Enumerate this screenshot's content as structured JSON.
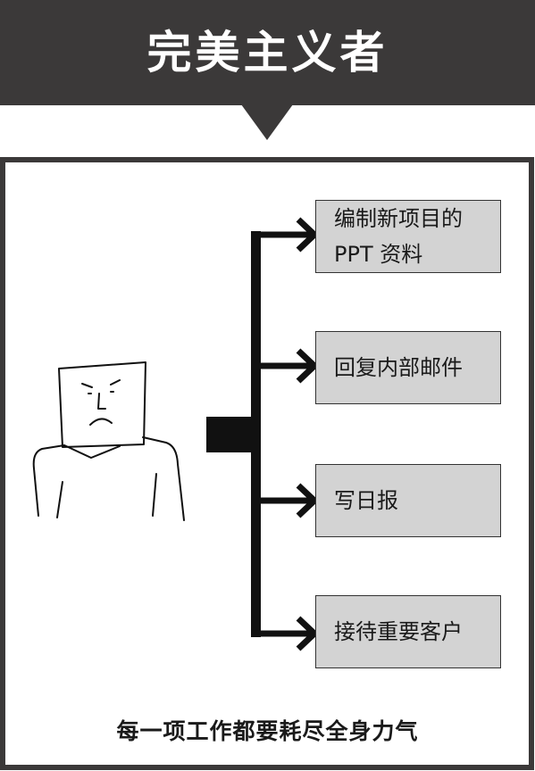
{
  "header": {
    "title": "完美主义者"
  },
  "tasks": [
    {
      "label": "编制新项目的\nPPT 资料"
    },
    {
      "label": "回复内部邮件"
    },
    {
      "label": "写日报"
    },
    {
      "label": "接待重要客户"
    }
  ],
  "caption": "每一项工作都要耗尽全身力气",
  "colors": {
    "dark": "#3b3939",
    "box_fill": "#d3d3d3",
    "ink": "#111111"
  }
}
